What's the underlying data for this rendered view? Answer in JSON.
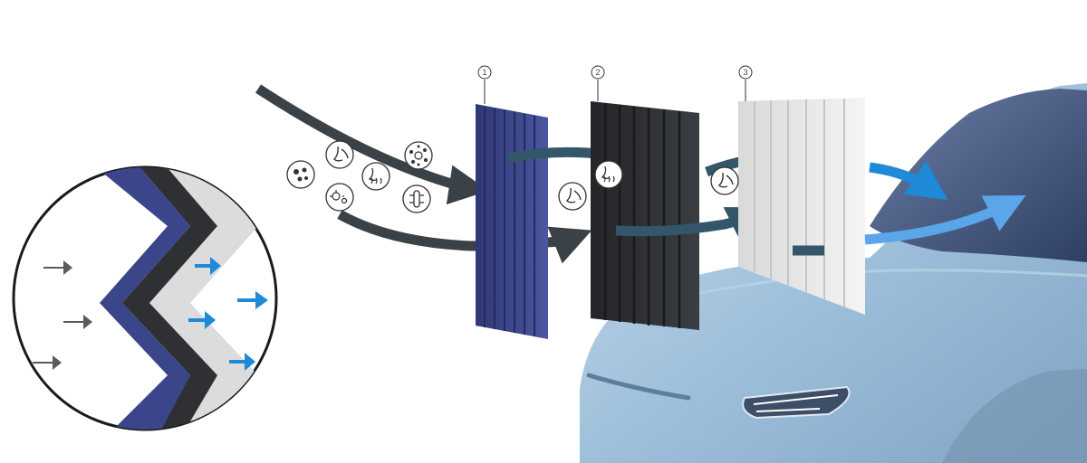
{
  "steps": [
    {
      "label": "1",
      "material": "blue-filter-layer"
    },
    {
      "label": "2",
      "material": "activated-carbon-layer"
    },
    {
      "label": "3",
      "material": "fine-white-filter-layer"
    }
  ],
  "icons": {
    "pollutants": [
      "bacteria-icon",
      "odor-icon",
      "fumes-icon",
      "allergen-icon",
      "germ-icon",
      "virus-icon",
      "particles-icon"
    ],
    "after_first": [
      "odor-icon",
      "fumes-icon"
    ],
    "after_second": [
      "odor-icon"
    ]
  },
  "colors": {
    "dirty_air": "#3a4248",
    "semi_clean_air": "#33566a",
    "clean_air": "#1f8ad8",
    "filter_blue": "#3b4589",
    "filter_carbon": "#2b2d30",
    "filter_white": "#e6e6e6",
    "car_body": "#9fc0db"
  }
}
